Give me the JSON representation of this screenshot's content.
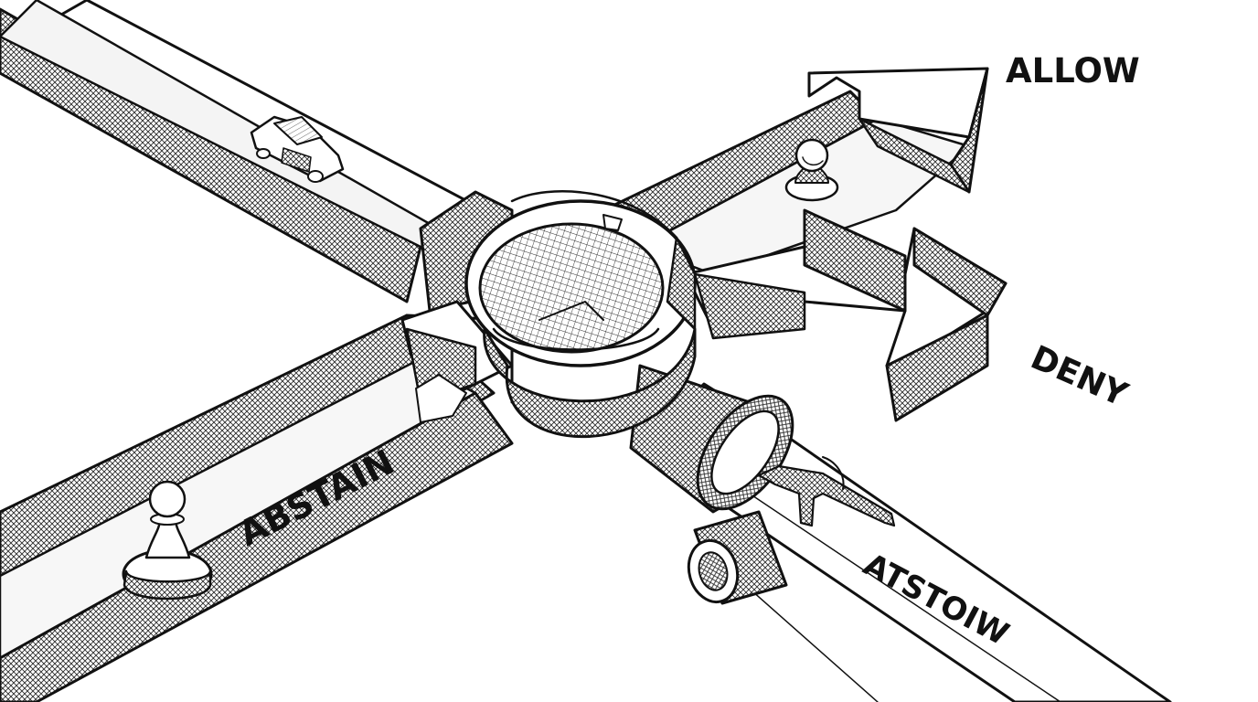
{
  "labels": {
    "allow": "ALLOW",
    "deny": "DENY",
    "abstain": "ABSTAIN",
    "mirrored": "ATSTOIW"
  },
  "colors": {
    "ink": "#111111",
    "paper": "#ffffff",
    "hatch": "#2a2a2a"
  },
  "icons": [
    "car-icon",
    "pawn-icon",
    "rifle-icon",
    "hub-junction",
    "arrow-head-icon",
    "pipe-coupling"
  ]
}
